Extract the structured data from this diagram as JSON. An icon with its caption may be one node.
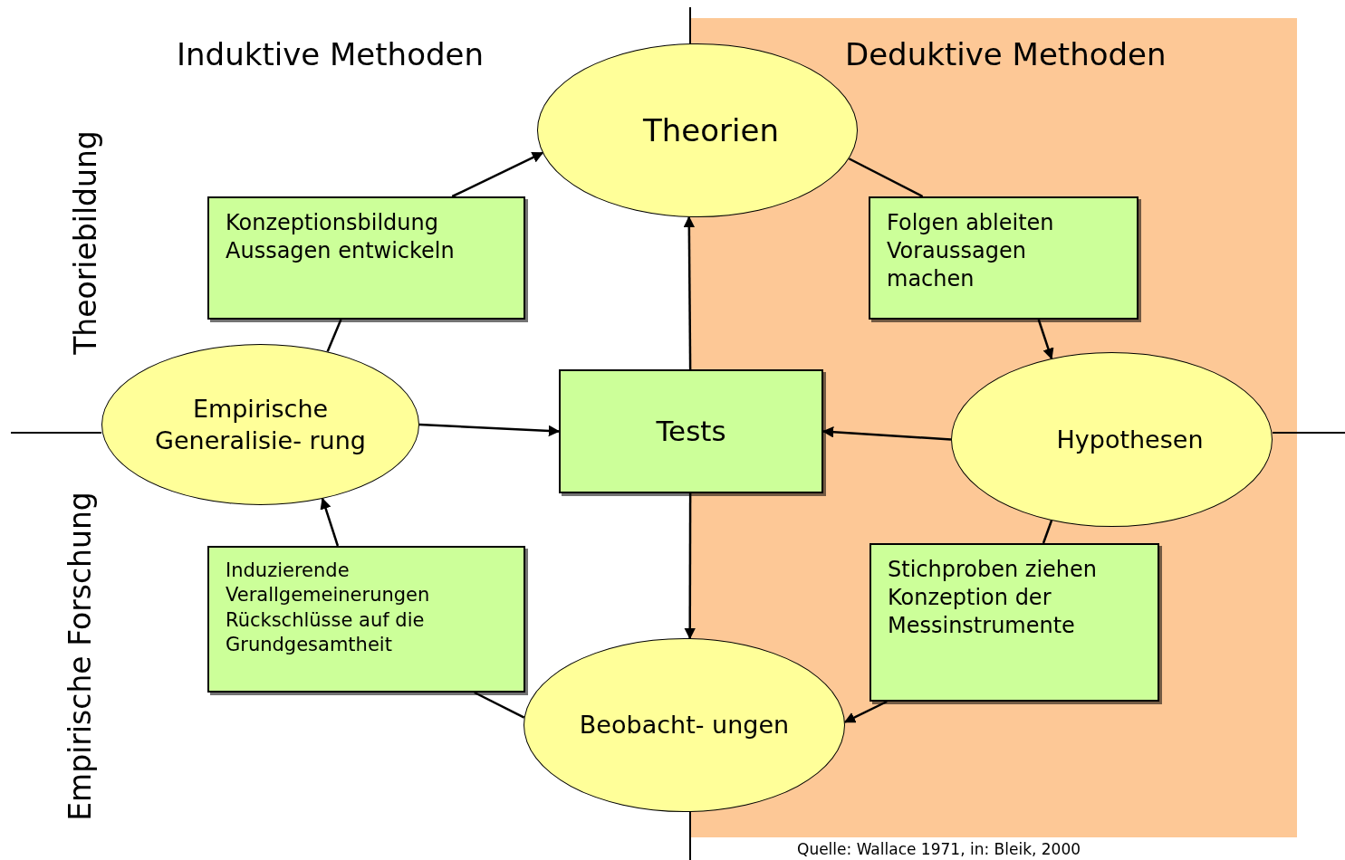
{
  "diagram": {
    "caption": "Quelle: Wallace 1971, in: Bleik, 2000",
    "nodes": [
      {
        "text": [
          "Theorien"
        ]
      },
      {
        "text": [
          "Konzeptionsbildung",
          "Aussagen entwickeln"
        ]
      },
      {
        "text": [
          "Folgen ableiten",
          "Voraussagen machen"
        ]
      },
      {
        "text": [
          "Empirische Generalisie- rung"
        ]
      },
      {
        "text": [
          "Tests"
        ]
      },
      {
        "text": [
          "Hypothesen"
        ]
      },
      {
        "text": [
          "Induzierende Verallgemeinerungen",
          "Rückschlüsse auf die Grundgesamtheit"
        ]
      },
      {
        "text": [
          "Stichproben ziehen",
          "Konzeption der Messinstrumente"
        ]
      },
      {
        "text": [
          "Beobacht- ungen"
        ]
      }
    ],
    "edges": [
      {
        "from": 1,
        "to": 0,
        "arrow": "to"
      },
      {
        "from": 3,
        "to": 1,
        "arrow": "none"
      },
      {
        "from": 0,
        "to": 2,
        "arrow": "none"
      },
      {
        "from": 2,
        "to": 5,
        "arrow": "to"
      },
      {
        "from": 5,
        "to": 7,
        "arrow": "none"
      },
      {
        "from": 7,
        "to": 8,
        "arrow": "to"
      },
      {
        "from": 8,
        "to": 6,
        "arrow": "none"
      },
      {
        "from": 6,
        "to": 3,
        "arrow": "to"
      },
      {
        "from": 3,
        "to": 4,
        "arrow": "to"
      },
      {
        "from": 5,
        "to": 4,
        "arrow": "to"
      },
      {
        "from": 4,
        "to": 0,
        "arrow": "to"
      },
      {
        "from": 4,
        "to": 8,
        "arrow": "to"
      }
    ],
    "labels": [
      "Induktive Methoden",
      "Deduktive Methoden",
      "Theoriebildung",
      "Empirische Forschung"
    ]
  }
}
